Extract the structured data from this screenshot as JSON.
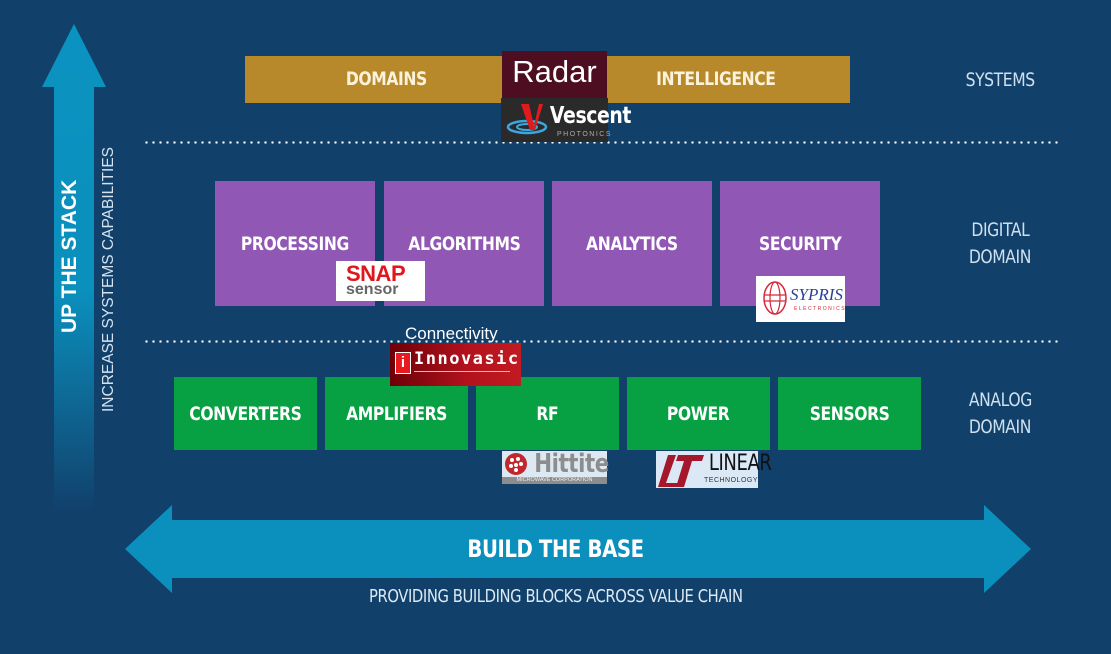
{
  "vertical_arrow": {
    "title": "UP THE STACK",
    "subtitle": "INCREASE SYSTEMS CAPABILITIES"
  },
  "horizontal_arrow": {
    "title": "BUILD THE BASE",
    "subtitle": "PROVIDING BUILDING BLOCKS ACROSS VALUE CHAIN"
  },
  "layers": {
    "systems": {
      "label": "SYSTEMS",
      "blocks": [
        "DOMAINS",
        "INTELLIGENCE"
      ]
    },
    "digital": {
      "label_line1": "DIGITAL",
      "label_line2": "DOMAIN",
      "blocks": [
        "PROCESSING",
        "ALGORITHMS",
        "ANALYTICS",
        "SECURITY"
      ]
    },
    "analog": {
      "label_line1": "ANALOG",
      "label_line2": "DOMAIN",
      "blocks": [
        "CONVERTERS",
        "AMPLIFIERS",
        "RF",
        "POWER",
        "SENSORS"
      ]
    }
  },
  "overlays": {
    "radar": "Radar",
    "vescent": {
      "name": "Vescent",
      "sub": "PHOTONICS"
    },
    "snap": {
      "line1": "SNAP",
      "line2": "sensor"
    },
    "sypris": {
      "name": "SYPRIS",
      "sub": "ELECTRONICS"
    },
    "connectivity": "Connectivity",
    "innovasic": "Innovasic",
    "hittite": {
      "name": "Hittite",
      "sub": "MICROWAVE CORPORATION"
    },
    "linear": {
      "name": "LINEAR",
      "sub": "TECHNOLOGY"
    }
  },
  "colors": {
    "background": "#11406b",
    "arrow": "#0b8fbd",
    "systems": "#b7892a",
    "digital": "#9157b4",
    "analog": "#07a043"
  }
}
